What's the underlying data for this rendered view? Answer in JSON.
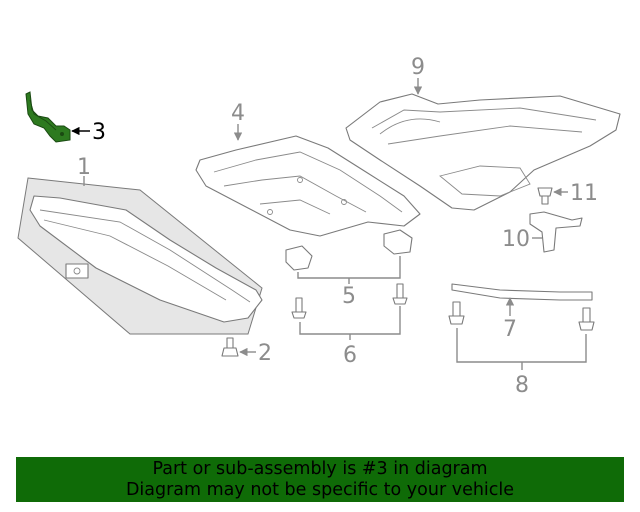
{
  "callouts": {
    "c1": "1",
    "c2": "2",
    "c3": "3",
    "c4": "4",
    "c5": "5",
    "c6": "6",
    "c7": "7",
    "c8": "8",
    "c9": "9",
    "c10": "10",
    "c11": "11"
  },
  "highlight": {
    "part_number": "3",
    "color": "#2d7a1f"
  },
  "banner": {
    "line1": "Part or sub-assembly is #3 in diagram",
    "line2": "Diagram may not be specific to your vehicle",
    "background": "#0f6b07"
  },
  "colors": {
    "line": "#8c8c8c",
    "panel": "#e6e6e6"
  }
}
